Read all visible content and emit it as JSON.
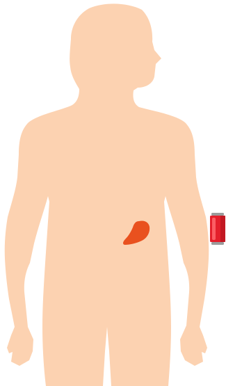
{
  "illustration": {
    "subject": "human-body-silhouette",
    "organ": "spleen",
    "object": "soda-can"
  },
  "colors": {
    "background": "#ffffff",
    "skin": "#fcd2b1",
    "organ_fill": "#e9511f",
    "can_body": "#e41f2b",
    "can_highlight": "#ff6a6f",
    "can_shade": "#a5121b",
    "can_rim": "#9b9b9b"
  }
}
